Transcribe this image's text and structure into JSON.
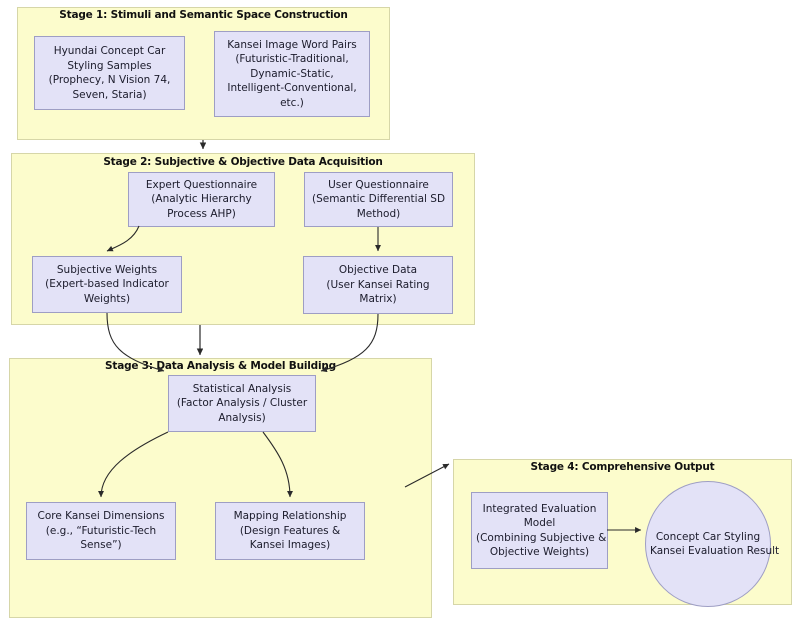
{
  "diagram": {
    "title_hidden": "Kansei Engineering Research Framework",
    "colors": {
      "stage_fill": "#fcfccc",
      "stage_border": "#d6d6a8",
      "node_fill": "#e3e2f7",
      "node_border": "#9e9ec4",
      "edge": "#3a3a3a",
      "text": "#1b1b2b"
    }
  },
  "stages": [
    {
      "id": "stage1",
      "title": "Stage 1: Stimuli and Semantic Space Construction",
      "nodes": [
        {
          "id": "hyundai-samples",
          "lines": [
            "Hyundai Concept Car",
            "Styling Samples",
            "(Prophecy, N Vision 74,",
            "Seven, Staria)"
          ]
        },
        {
          "id": "kansei-word-pairs",
          "lines": [
            "Kansei Image Word Pairs",
            "(Futuristic-Traditional,",
            "Dynamic-Static,",
            "Intelligent-Conventional,",
            "etc.)"
          ]
        }
      ]
    },
    {
      "id": "stage2",
      "title": "Stage 2: Subjective & Objective Data Acquisition",
      "nodes": [
        {
          "id": "expert-questionnaire",
          "lines": [
            "Expert Questionnaire",
            "(Analytic Hierarchy",
            "Process AHP)"
          ]
        },
        {
          "id": "user-questionnaire",
          "lines": [
            "User Questionnaire",
            "(Semantic Differential SD",
            "Method)"
          ]
        },
        {
          "id": "subjective-weights",
          "lines": [
            "Subjective Weights",
            "(Expert-based Indicator",
            "Weights)"
          ]
        },
        {
          "id": "objective-data",
          "lines": [
            "Objective Data",
            "(User Kansei Rating",
            "Matrix)"
          ]
        }
      ]
    },
    {
      "id": "stage3",
      "title": "Stage 3: Data Analysis & Model Building",
      "nodes": [
        {
          "id": "statistical-analysis",
          "lines": [
            "Statistical Analysis",
            "(Factor Analysis / Cluster",
            "Analysis)"
          ]
        },
        {
          "id": "core-kansei-dimensions",
          "lines": [
            "Core Kansei Dimensions",
            "(e.g., “Futuristic-Tech",
            "Sense”)"
          ]
        },
        {
          "id": "mapping-relationship",
          "lines": [
            "Mapping Relationship",
            "(Design Features &",
            "Kansei Images)"
          ]
        }
      ]
    },
    {
      "id": "stage4",
      "title": "Stage 4: Comprehensive Output",
      "nodes": [
        {
          "id": "integrated-evaluation-model",
          "lines": [
            "Integrated Evaluation",
            "Model",
            "(Combining Subjective &",
            "Objective Weights)"
          ]
        },
        {
          "id": "evaluation-result",
          "lines": [
            "Concept Car Styling",
            "Kansei Evaluation Result"
          ]
        }
      ]
    }
  ]
}
